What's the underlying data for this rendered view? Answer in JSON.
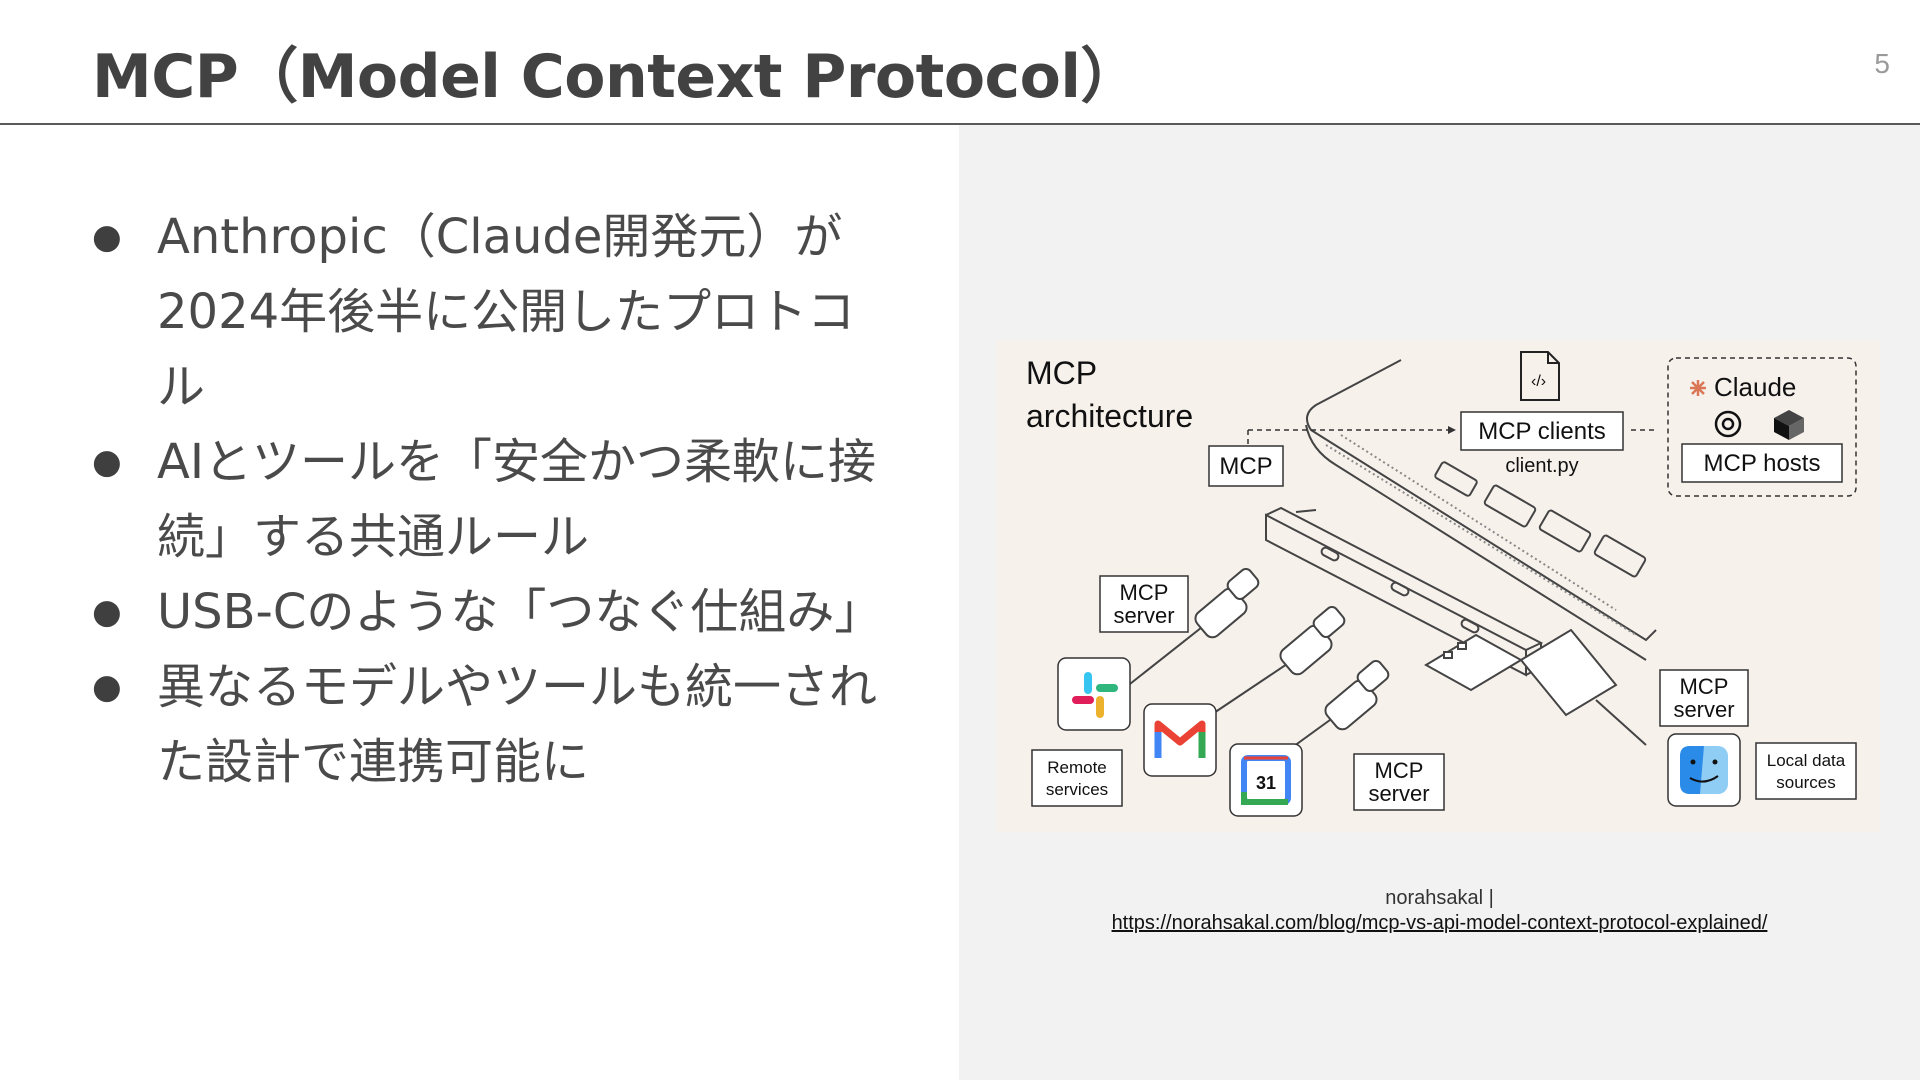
{
  "slide": {
    "title": "MCP（Model Context Protocol）",
    "page_number": "5"
  },
  "bullets": [
    "Anthropic（Claude開発元）が2024年後半に公開したプロトコル",
    "AIとツールを「安全かつ柔軟に接続」する共通ルール",
    "USB-Cのような「つなぐ仕組み」",
    "異なるモデルやツールも統一された設計で連携可能に"
  ],
  "diagram": {
    "title_line1": "MCP",
    "title_line2": "architecture",
    "mcp_label": "MCP",
    "mcp_clients_label": "MCP clients",
    "client_file": "client.py",
    "claude_label": "Claude",
    "mcp_hosts_label": "MCP hosts",
    "mcp_server_label_1": "MCP",
    "mcp_server_label_2": "server",
    "remote_services_1": "Remote",
    "remote_services_2": "services",
    "local_data_1": "Local data",
    "local_data_2": "sources",
    "calendar_day": "31",
    "icons": [
      "code-file-icon",
      "claude-logo-icon",
      "openai-logo-icon",
      "cube-logo-icon",
      "slack-icon",
      "gmail-icon",
      "google-calendar-icon",
      "finder-icon",
      "laptop-illustration",
      "usb-hub-illustration",
      "usb-c-cable-icon",
      "usb-a-cable-icon"
    ]
  },
  "caption": {
    "source": "norahsakal |",
    "url": "https://norahsakal.com/blog/mcp-vs-api-model-context-protocol-explained/"
  }
}
